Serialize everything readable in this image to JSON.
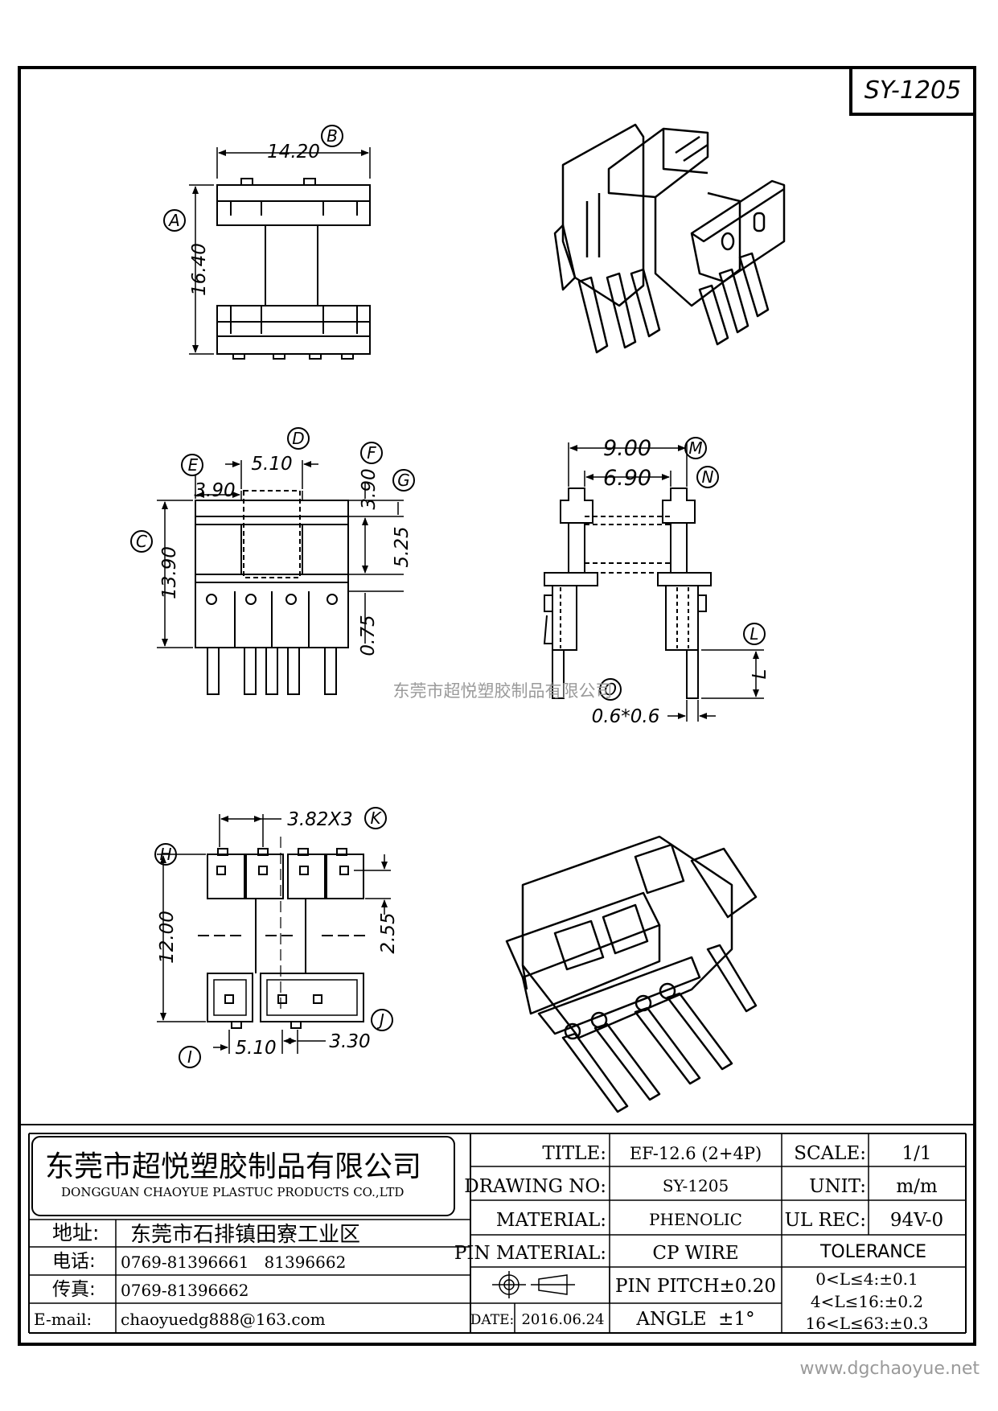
{
  "part_number": "SY-1205",
  "views": {
    "top": {
      "dim_width": "14.20",
      "bubble_width": "B",
      "dim_height": "16.40",
      "bubble_height": "A"
    },
    "front": {
      "bubble_e": "E",
      "dim_3_90_a": "3.90",
      "bubble_d": "D",
      "dim_5_10": "5.10",
      "bubble_f": "F",
      "dim_3_90_b": "3.90",
      "bubble_g": "G",
      "dim_5_25": "5.25",
      "bubble_c": "C",
      "dim_13_90": "13.90",
      "dim_0_75": "0.75"
    },
    "side": {
      "dim_9_00": "9.00",
      "bubble_m": "M",
      "dim_6_90": "6.90",
      "bubble_n": "N",
      "bubble_l": "L",
      "label_l": "L",
      "bubble_o": "O",
      "dim_pin": "0.6*0.6"
    },
    "bottom": {
      "dim_pitch": "3.82X3",
      "bubble_k": "K",
      "bubble_h": "H",
      "dim_12_00": "12.00",
      "dim_2_55": "2.55",
      "bubble_i": "I",
      "dim_5_10": "5.10",
      "dim_3_30": "3.30",
      "bubble_j": "J"
    }
  },
  "watermark": "东莞市超悦塑胶制品有限公司",
  "title_block": {
    "company_cn": "东莞市超悦塑胶制品有限公司",
    "company_en": "DONGGUAN CHAOYUE PLASTUC PRODUCTS CO.,LTD",
    "address_label": "地址:",
    "address_value": "东莞市石排镇田寮工业区",
    "phone_label": "电话:",
    "phone_value": "0769-81396661   81396662",
    "fax_label": "传真:",
    "fax_value": "0769-81396662",
    "email_label": "E-mail:",
    "email_value": "chaoyuedg888@163.com",
    "title_label": "TITLE:",
    "title_value": "EF-12.6 (2+4P)",
    "scale_label": "SCALE:",
    "scale_value": "1/1",
    "drawing_no_label": "DRAWING NO:",
    "drawing_no_value": "SY-1205",
    "unit_label": "UNIT:",
    "unit_value": "m/m",
    "material_label": "MATERIAL:",
    "material_value": "PHENOLIC",
    "ul_rec_label": "UL REC:",
    "ul_rec_value": "94V-0",
    "pin_material_label": "PIN MATERIAL:",
    "pin_material_value": "CP WIRE",
    "tolerance_label": "TOLERANCE",
    "pin_pitch": "PIN PITCH±0.20",
    "tol_1": "0<L≤4:±0.1",
    "tol_2": "4<L≤16:±0.2",
    "tol_3": "16<L≤63:±0.3",
    "date_label": "DATE:",
    "date_value": "2016.06.24",
    "angle": "ANGLE  ±1°"
  },
  "website": "www.dgchaoyue.net"
}
